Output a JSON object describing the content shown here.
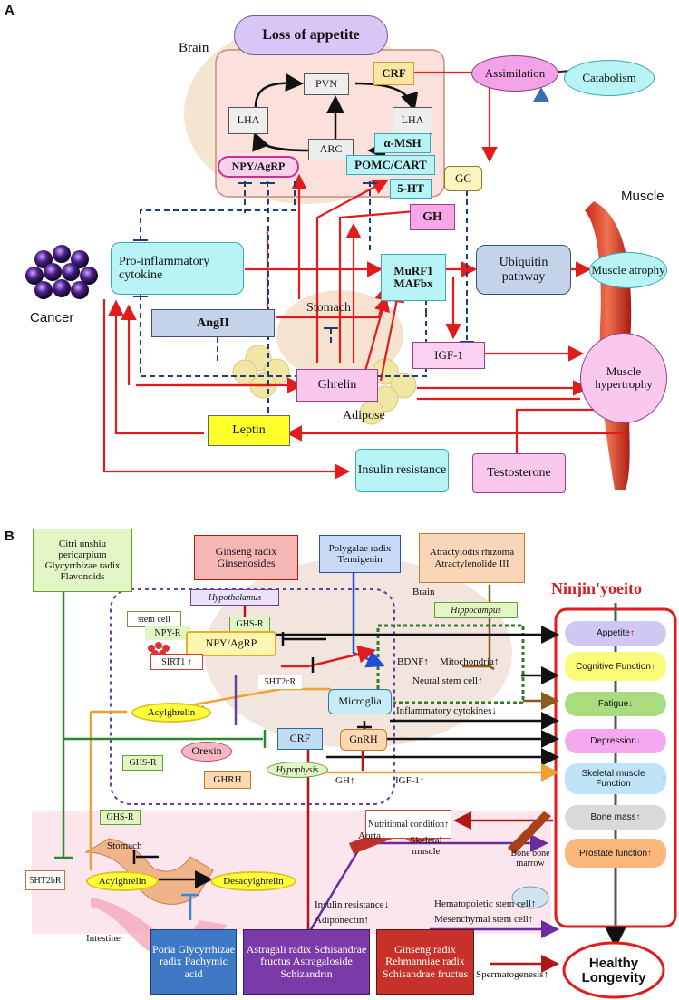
{
  "panelA": {
    "label": "A",
    "loss_of_appetite": "Loss of appetite",
    "brain": "Brain",
    "pvn": "PVN",
    "crf": "CRF",
    "lha_left": "LHA",
    "lha_right": "LHA",
    "arc": "ARC",
    "alpha_msh": "α-MSH",
    "npy_agrp": "NPY/AgRP",
    "pomc_cart": "POMC/CART",
    "five_ht": "5-HT",
    "gc": "GC",
    "gh": "GH",
    "assimilation": "Assimilation",
    "catabolism": "Catabolism",
    "muscle": "Muscle",
    "cancer": "Cancer",
    "pro_inflammatory": "Pro-inflammatory cytokine",
    "murf1": "MuRF1",
    "mafbx": "MAFbx",
    "ubiquitin": "Ubiquitin pathway",
    "muscle_atrophy": "Muscle atrophy",
    "ang": "AngII",
    "stomach": "Stomach",
    "igf1": "IGF-1",
    "ghrelin": "Ghrelin",
    "muscle_hypertrophy": "Muscle hypertrophy",
    "adipose": "Adipose",
    "leptin": "Leptin",
    "insulin_resistance": "Insulin resistance",
    "testosterone": "Testosterone"
  },
  "panelB": {
    "label": "B",
    "citri": "Citri unshiu pericarpium Glycyrrhizae radix Flavonoids",
    "ginseng_top": "Ginseng radix Ginsenosides",
    "polygalae": "Polygalae radix Tenuigenin",
    "atractylodis": "Atractylodis rhizoma Atractylenolide III",
    "title": "Ninjin'yoeito",
    "hypothalamus": "Hypothalamus",
    "brain": "Brain",
    "hippocampus": "Hippocampus",
    "stem_cell": "stem cell",
    "npy_r": "NPY-R",
    "ghs_r_top": "GHS-R",
    "npy_agrp": "NPY/AgRP",
    "sirt1": "SIRT1 ↑",
    "bdnf": "BDNF↑",
    "mitochondria": "Mitochondria↑",
    "neural_stem": "Neural stem cell↑",
    "five_ht2cr": "5HT2cR",
    "microglia": "Microglia",
    "acylghrelin_top": "Acylghrelin",
    "inflammatory": "Inflammatory cytokines↓",
    "crf": "CRF",
    "gnrh": "GnRH",
    "orexin": "Orexin",
    "ghs_r_mid": "GHS-R",
    "ghrh": "GHRH",
    "hypophysis": "Hypophysis",
    "gh": "GH↑",
    "igf1": "IGF-1↑",
    "ghs_r_low": "GHS-R",
    "nutritional": "Nutritional condition↑",
    "stomach": "Stomach",
    "aorta": "Aorta",
    "skeletal_muscle": "Skeletal muscle",
    "bone": "Bone bone marrow",
    "five_ht2br": "5HT2bR",
    "acylghrelin_low": "Acylghrelin",
    "desacylghrelin": "Desacylghrelin",
    "insulin_res": "Insulin resistance↓",
    "adiponectin": "Adiponectin↑",
    "hematopoietic": "Hematopoietic stem cell↑",
    "mesenchymal": "Mesenchymal stem cell↑",
    "intestine": "Intestine",
    "poria": "Poria Glycyrrhizae radix Pachymic acid",
    "astragali": "Astragali radix Schisandrae fructus Astragaloside Schizandrin",
    "ginseng_low": "Ginseng radix Rehmanniae radix Schisandrae fructus",
    "spermatogenesis": "Spermatogenesis↑",
    "healthy_longevity": "Healthy Longevity",
    "outcomes": [
      {
        "name": "Appetite",
        "arrow": "↑",
        "color": "#cfc8f5"
      },
      {
        "name": "Cognitive Function",
        "arrow": "↑",
        "color": "#fbfb7a"
      },
      {
        "name": "Fatigue",
        "arrow": "↓",
        "color": "#a9dc7f"
      },
      {
        "name": "Depression",
        "arrow": "↓",
        "color": "#f4a9ee"
      },
      {
        "name": "Skeletal muscle Function",
        "arrow": "↑",
        "color": "#bfe3f7"
      },
      {
        "name": "Bone mass",
        "arrow": "↑",
        "color": "#d9d9d9"
      },
      {
        "name": "Prostate function",
        "arrow": "↑",
        "color": "#f9b77c"
      }
    ]
  },
  "colors": {
    "red": "#e01c1c",
    "dashblue": "#1f3c7a",
    "accent_title": "#d81e1e"
  }
}
